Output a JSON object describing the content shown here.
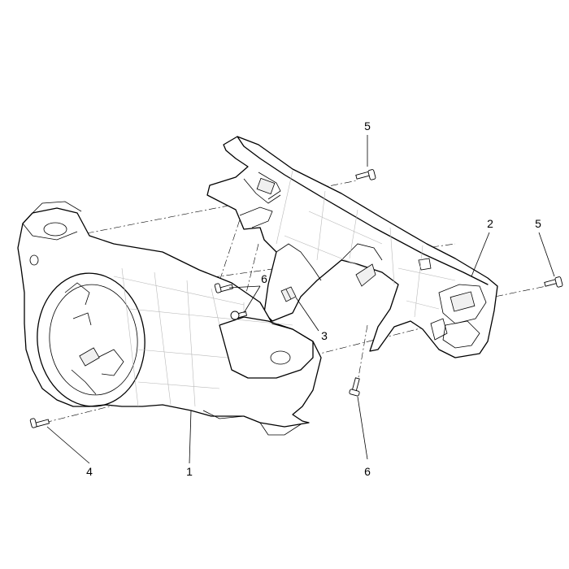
{
  "diagram": {
    "callouts": {
      "label_1": "1",
      "label_2": "2",
      "label_3": "3",
      "label_4": "4",
      "label_5a": "5",
      "label_5b": "5",
      "label_6a": "6",
      "label_6b": "6"
    },
    "colors": {
      "line": "#000000",
      "mesh": "#b8b8b8",
      "background": "#ffffff"
    }
  }
}
